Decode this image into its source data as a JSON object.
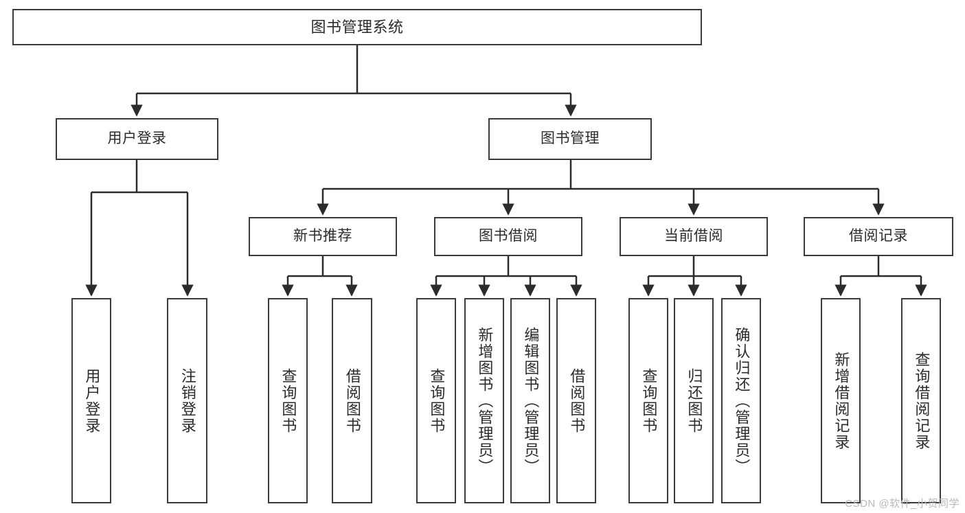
{
  "diagram": {
    "title": "图书管理系统",
    "type": "tree-hierarchy-diagram",
    "root": {
      "label": "图书管理系统"
    },
    "level2": [
      {
        "label": "用户登录"
      },
      {
        "label": "图书管理"
      }
    ],
    "level3": [
      {
        "label": "新书推荐"
      },
      {
        "label": "图书借阅"
      },
      {
        "label": "当前借阅"
      },
      {
        "label": "借阅记录"
      }
    ],
    "leaves": {
      "user_login": [
        {
          "label": "用户登录"
        },
        {
          "label": "注销登录"
        }
      ],
      "new_book_recommend": [
        {
          "label": "查询图书"
        },
        {
          "label": "借阅图书"
        }
      ],
      "book_borrow": [
        {
          "label": "查询图书"
        },
        {
          "label": "新增图书（管理员）"
        },
        {
          "label": "编辑图书（管理员）"
        },
        {
          "label": "借阅图书"
        }
      ],
      "current_borrow": [
        {
          "label": "查询图书"
        },
        {
          "label": "归还图书"
        },
        {
          "label": "确认归还（管理员）"
        }
      ],
      "borrow_record": [
        {
          "label": "新增借阅记录"
        },
        {
          "label": "查询借阅记录"
        }
      ]
    },
    "watermark": "CSDN @软件_小贺同学",
    "colors": {
      "border": "#3a3a3a",
      "text": "#2b2b2b",
      "background": "#ffffff",
      "watermark": "#b9b9b9"
    }
  }
}
